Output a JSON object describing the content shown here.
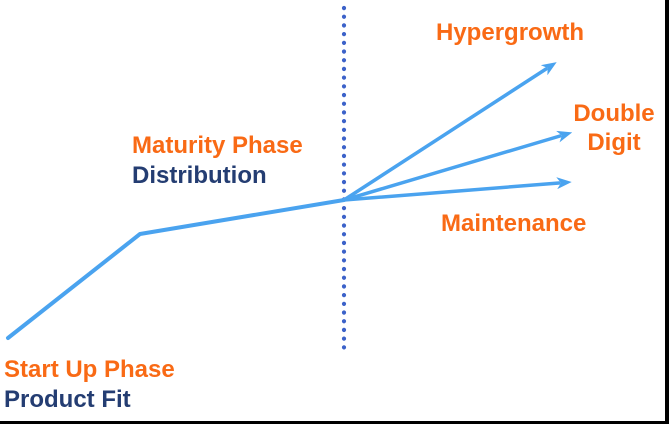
{
  "colors": {
    "orange": "#F96A15",
    "navy": "#243D72",
    "curve_blue": "#4AA3EF",
    "dotted_blue": "#3C62C9",
    "background": "#FFFFFF",
    "frame": "#000000"
  },
  "labels": {
    "maturity_phase": "Maturity Phase",
    "maturity_sub": "Distribution",
    "startup_phase": "Start Up Phase",
    "startup_sub": "Product Fit",
    "outcome_top": "Hypergrowth",
    "outcome_middle": "Double Digit",
    "outcome_bottom": "Maintenance"
  }
}
